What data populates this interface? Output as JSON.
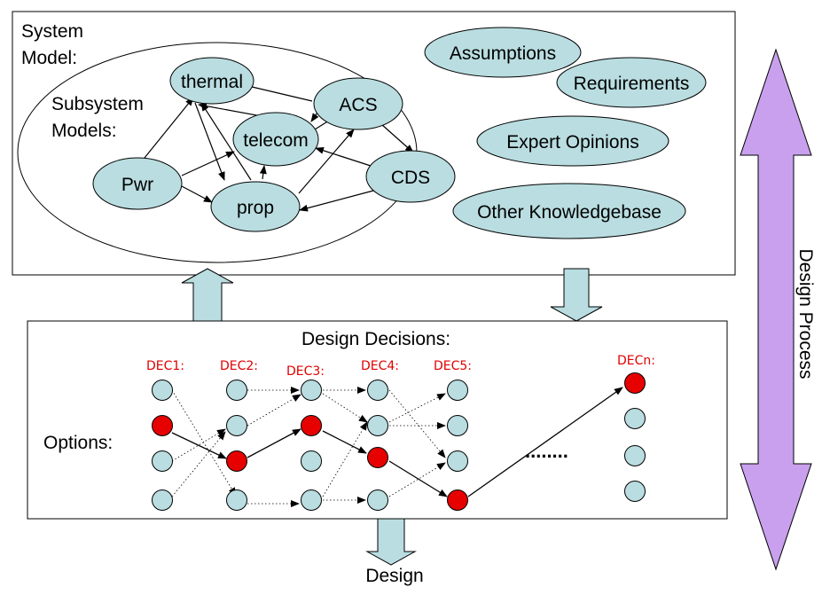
{
  "system": {
    "title_line1": "System",
    "title_line2": "Model:",
    "subsystem_label_line1": "Subsystem",
    "subsystem_label_line2": "Models:",
    "nodes": {
      "thermal": "thermal",
      "acs": "ACS",
      "telecom": "telecom",
      "pwr": "Pwr",
      "cds": "CDS",
      "prop": "prop"
    },
    "knowledge": {
      "assumptions": "Assumptions",
      "requirements": "Requirements",
      "expert_opinions": "Expert Opinions",
      "other_knowledgebase": "Other Knowledgebase"
    }
  },
  "decisions": {
    "title": "Design Decisions:",
    "options_label": "Options:",
    "columns": [
      "DEC1:",
      "DEC2:",
      "DEC3:",
      "DEC4:",
      "DEC5:",
      "DECn:"
    ],
    "ellipsis": "........",
    "selected_option_per_column": [
      2,
      3,
      2,
      3,
      4,
      1
    ]
  },
  "output_label": "Design",
  "process_label": "Design Process",
  "colors": {
    "bubble_fill": "#b9dde0",
    "selected_fill": "#e60000",
    "arrow_fill": "#c9a0ee",
    "block_arrow_fill": "#b9dde0"
  }
}
